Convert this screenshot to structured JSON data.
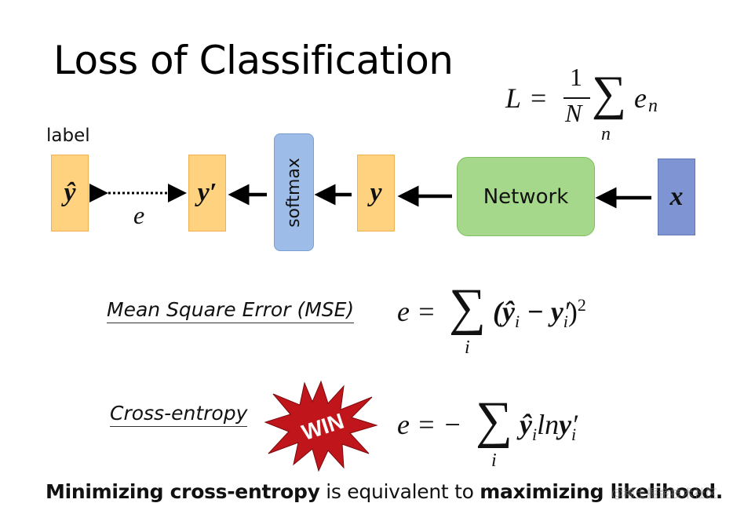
{
  "slide": {
    "title": "Loss of Classification",
    "loss_formula": {
      "lhs": "L",
      "equals": "=",
      "numerator": "1",
      "denominator": "N",
      "sum": "∑",
      "sub": "n",
      "term": "e",
      "term_sub": "n"
    },
    "label_text": "label",
    "diagram": {
      "y_hat": "ŷ",
      "y_prime": "y′",
      "softmax": "softmax",
      "y": "y",
      "network": "Network",
      "x": "x",
      "error": "e"
    },
    "mse": {
      "name": "Mean Square Error (MSE)",
      "lhs": "e =",
      "sum": "∑",
      "sub": "i",
      "body": "(ŷ",
      "body_sub": "i",
      "minus": " − y",
      "prime": "′",
      "prime_sub": "i",
      "close": ")",
      "power": "2"
    },
    "ce": {
      "name": "Cross-entropy",
      "badge": "WIN",
      "lhs": "e = −",
      "sum": "∑",
      "sub": "i",
      "body": "ŷ",
      "body_sub": "i",
      "ln": "ln",
      "yp": "y",
      "prime": "′",
      "prime_sub": "i"
    },
    "conclusion": {
      "part1": "Minimizing cross-entropy",
      "part2": " is equivalent to ",
      "part3": "maximizing likelihood."
    },
    "watermark": "@稀土掘金技术社区"
  },
  "colors": {
    "orange_box": "#ffd280",
    "green_box": "#a5d88a",
    "blue_box": "#9dbde8",
    "purple_box": "#7f95d3",
    "badge_red": "#c0161b"
  }
}
